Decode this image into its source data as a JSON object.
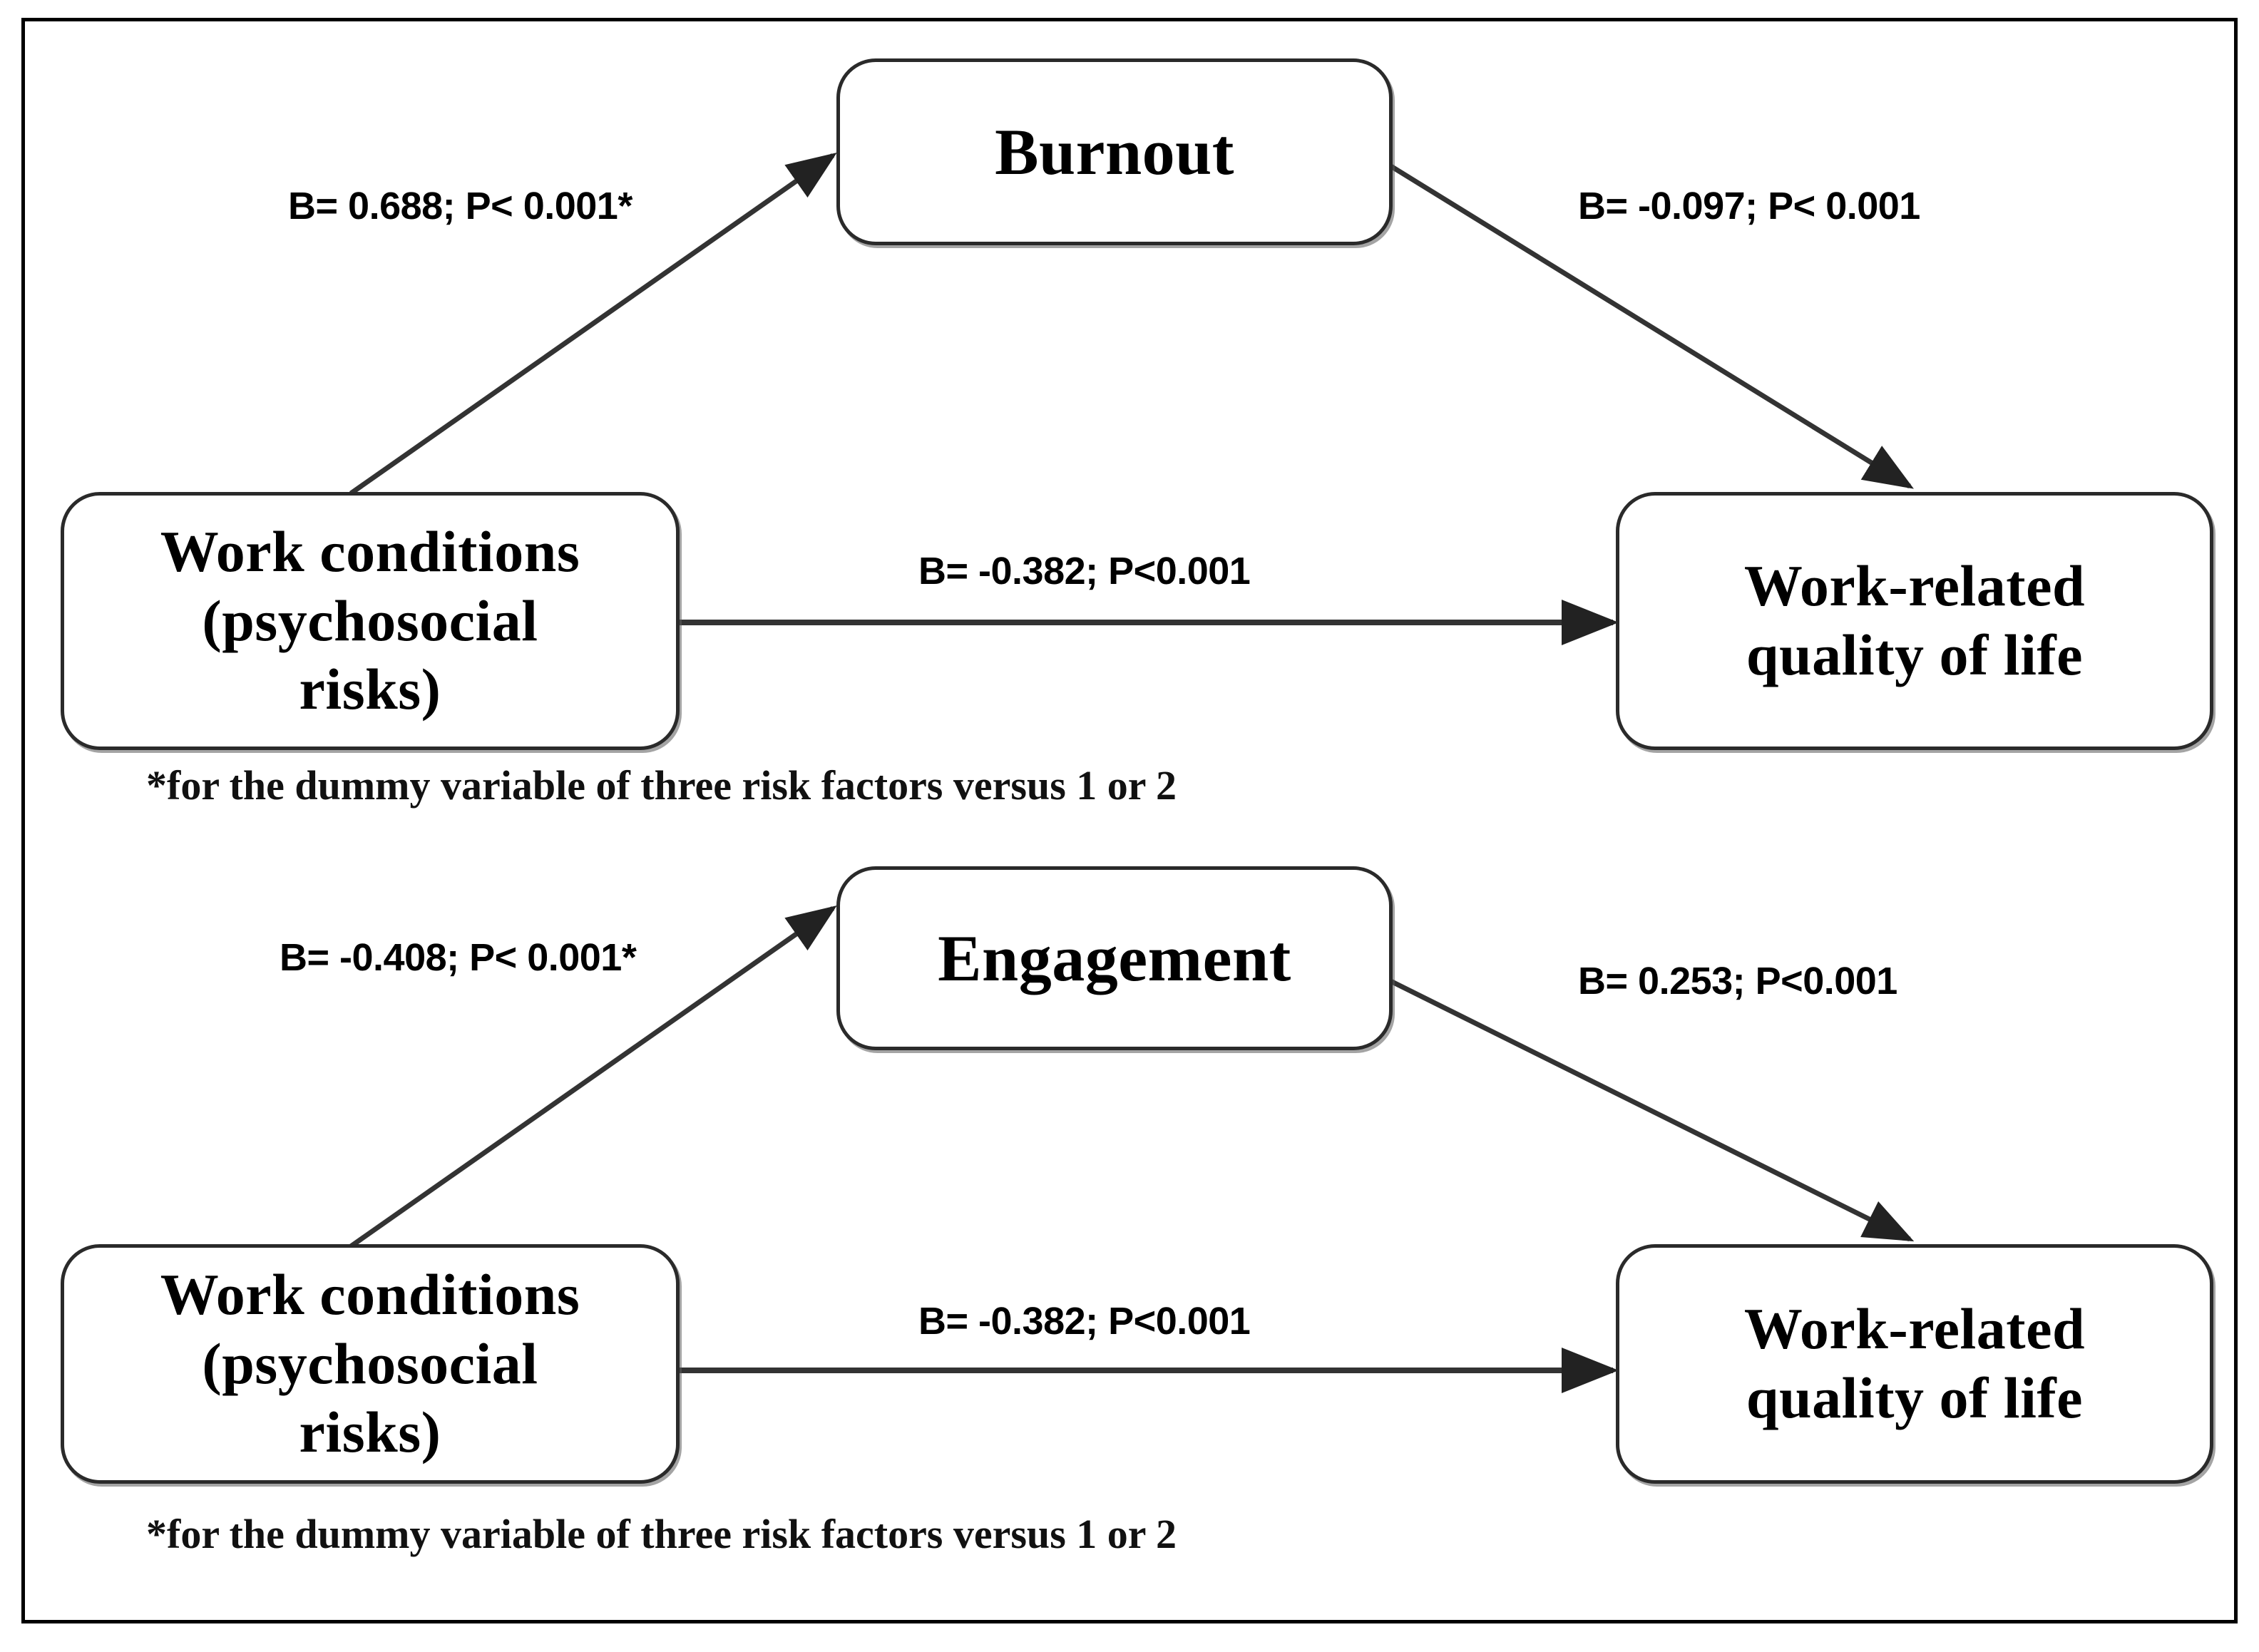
{
  "figure": {
    "type": "path-mediation-diagram",
    "panels": [
      {
        "id": "panel-burnout",
        "mediator": "Burnout",
        "predictor": "Work conditions\n(psychosocial\nrisks)",
        "outcome": "Work-related\nquality of life",
        "paths": [
          {
            "id": "predictor-to-mediator",
            "label": "B= 0.688; P< 0.001*",
            "coefficient": 0.688,
            "p_text": "P< 0.001",
            "starred": true
          },
          {
            "id": "mediator-to-outcome",
            "label": "B= -0.097; P< 0.001",
            "coefficient": -0.097,
            "p_text": "P< 0.001",
            "starred": false
          },
          {
            "id": "predictor-to-outcome",
            "label": "B= -0.382; P<0.001",
            "coefficient": -0.382,
            "p_text": "P<0.001",
            "starred": false
          }
        ],
        "footnote": "*for the dummy variable of three risk factors versus 1 or 2"
      },
      {
        "id": "panel-engagement",
        "mediator": "Engagement",
        "predictor": "Work conditions\n(psychosocial\nrisks)",
        "outcome": "Work-related\nquality of life",
        "paths": [
          {
            "id": "predictor-to-mediator",
            "label": "B= -0.408; P< 0.001*",
            "coefficient": -0.408,
            "p_text": "P< 0.001",
            "starred": true
          },
          {
            "id": "mediator-to-outcome",
            "label": "B= 0.253; P<0.001",
            "coefficient": 0.253,
            "p_text": "P<0.001",
            "starred": false
          },
          {
            "id": "predictor-to-outcome",
            "label": "B= -0.382; P<0.001",
            "coefficient": -0.382,
            "p_text": "P<0.001",
            "starred": false
          }
        ],
        "footnote": "*for the dummy variable of three risk factors versus 1 or 2"
      }
    ],
    "colors": {
      "box_border": "#2a2a2a",
      "arrow": "#333333",
      "frame": "#000000",
      "text": "#000000",
      "background": "#ffffff"
    }
  }
}
